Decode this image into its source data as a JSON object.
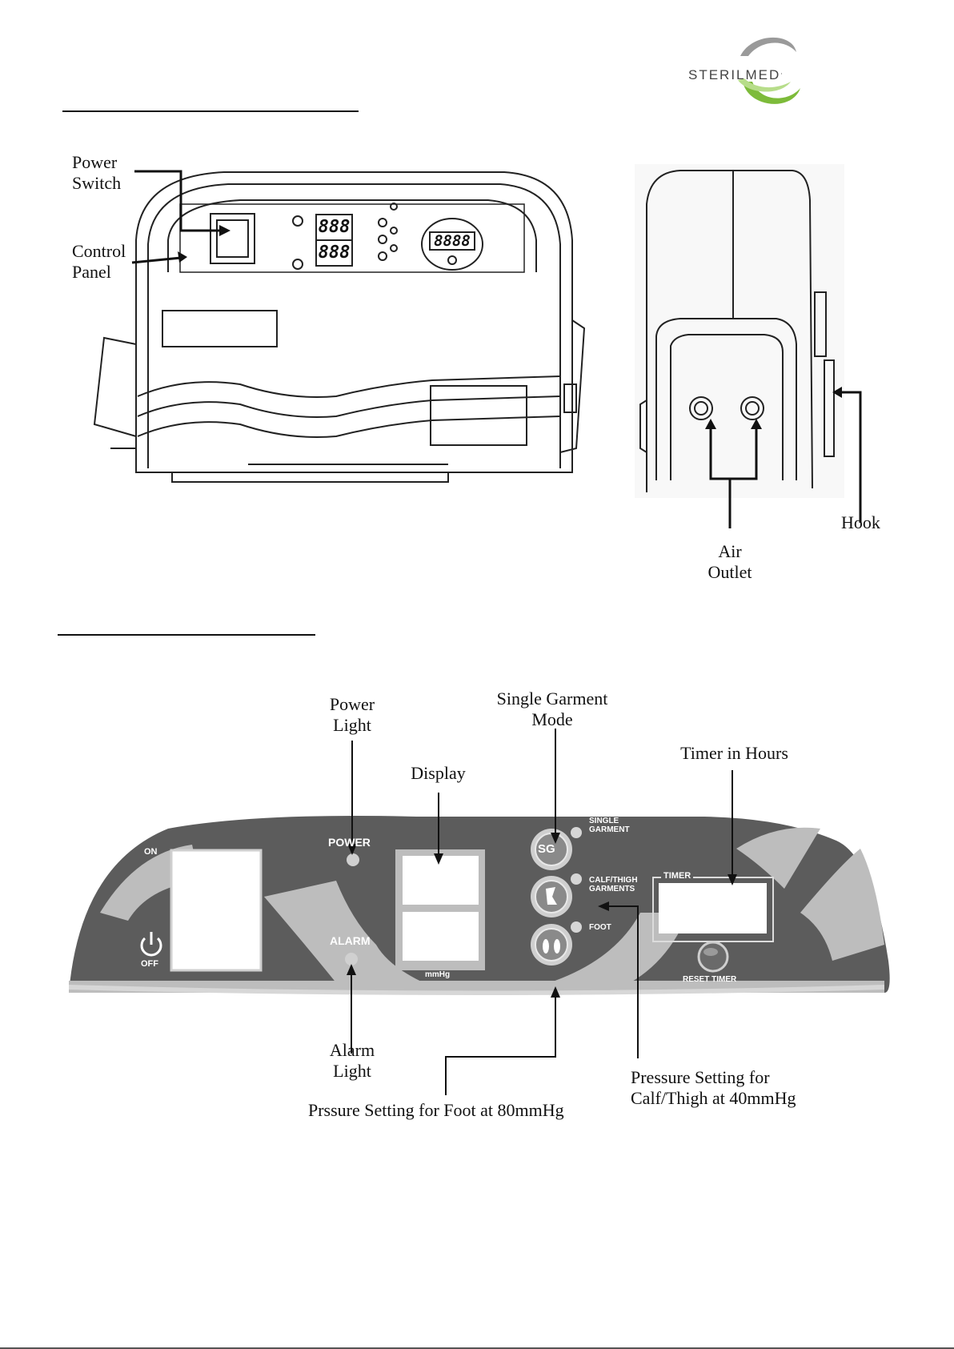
{
  "logo": {
    "name": "STERILMED",
    "mark": "."
  },
  "device_diagram": {
    "labels": {
      "power_switch": [
        "Power",
        "Switch"
      ],
      "control_panel": [
        "Control",
        "Panel"
      ],
      "hook": "Hook",
      "air_outlet": [
        "Air",
        "Outlet"
      ]
    },
    "front_display_digits": {
      "top": "888",
      "bottom": "888",
      "timer": "8888"
    }
  },
  "control_panel": {
    "panel_labels": {
      "on": "ON",
      "off": "OFF",
      "power": "POWER",
      "alarm": "ALARM",
      "mmhg": "mmHg",
      "single_garment": [
        "SINGLE",
        "GARMENT"
      ],
      "calf_thigh": [
        "CALF/THIGH",
        "GARMENTS"
      ],
      "foot": "FOOT",
      "timer": "TIMER",
      "reset_timer": "RESET TIMER",
      "sg_button": "SG"
    },
    "callouts": {
      "power_light": [
        "Power",
        "Light"
      ],
      "single_garment_mode": [
        "Single Garment",
        "Mode"
      ],
      "display": "Display",
      "timer_in_hours": "Timer in Hours",
      "alarm_light": [
        "Alarm",
        "Light"
      ],
      "pressure_foot": "Prssure Setting for Foot at 80mmHg",
      "pressure_calf": [
        "Pressure Setting  for",
        "Calf/Thigh at 40mmHg"
      ]
    }
  },
  "colors": {
    "panel_dark": "#5c5c5c",
    "panel_light": "#bdbdbd",
    "logo_green": "#7dbb3a",
    "logo_gray": "#8a8a8a"
  }
}
